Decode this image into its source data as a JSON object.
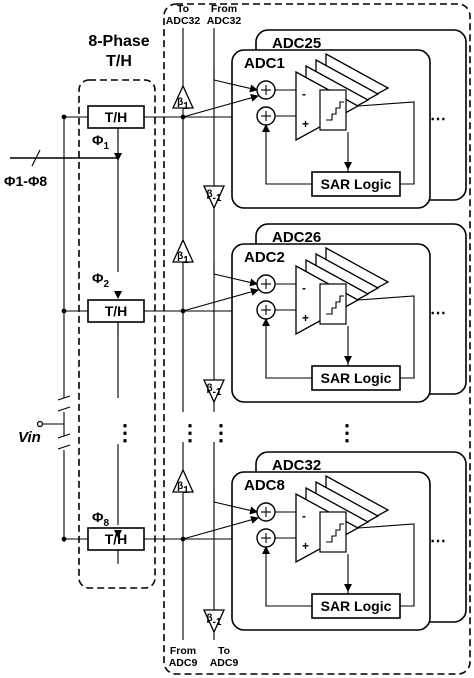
{
  "title_line1": "8-Phase",
  "title_line2": "T/H",
  "to_adc32": [
    "To",
    "ADC32"
  ],
  "from_adc32": [
    "From",
    "ADC32"
  ],
  "from_adc9": [
    "From",
    "ADC9"
  ],
  "to_adc9": [
    "To",
    "ADC9"
  ],
  "phi_bus_label": "Φ1-Φ8",
  "vin_label": "Vin",
  "th_label": "T/H",
  "beta_pos": "β1",
  "beta_neg": "β-1",
  "sar_logic": "SAR Logic",
  "vdots": "⋮",
  "channels": [
    {
      "phase": "Φ1",
      "front_adc": "ADC1",
      "back_adc": "ADC25"
    },
    {
      "phase": "Φ2",
      "front_adc": "ADC2",
      "back_adc": "ADC26"
    },
    {
      "phase": "Φ8",
      "front_adc": "ADC8",
      "back_adc": "ADC32"
    }
  ]
}
